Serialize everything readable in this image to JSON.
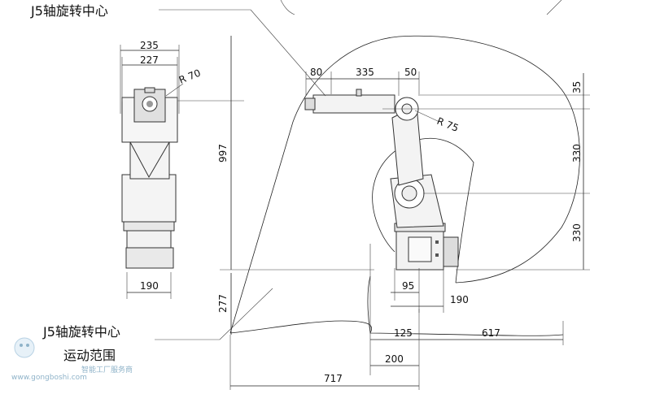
{
  "labels": {
    "j5_center_top": "J5轴旋转中心",
    "j5_center_bottom_line1": "J5轴旋转中心",
    "j5_center_bottom_line2": "运动范围"
  },
  "dimensions": {
    "front_width_outer": "235",
    "front_width_inner": "227",
    "front_radius": "R 70",
    "total_height": "997",
    "base_width_front": "190",
    "below_base": "277",
    "arm_80": "80",
    "arm_335": "335",
    "arm_50": "50",
    "top_35": "35",
    "radius_75": "R 75",
    "right_330_upper": "330",
    "right_330_lower": "330",
    "base_95": "95",
    "base_190": "190",
    "reach_125": "125",
    "reach_617": "617",
    "reach_200": "200",
    "reach_717": "717"
  },
  "watermark": {
    "url": "www.gongboshi.com",
    "text": "智能工厂服务商"
  },
  "colors": {
    "line": "#222222",
    "robot_fill": "#f2f2f2",
    "robot_dark": "#555555",
    "watermark": "#8fb3c9"
  }
}
